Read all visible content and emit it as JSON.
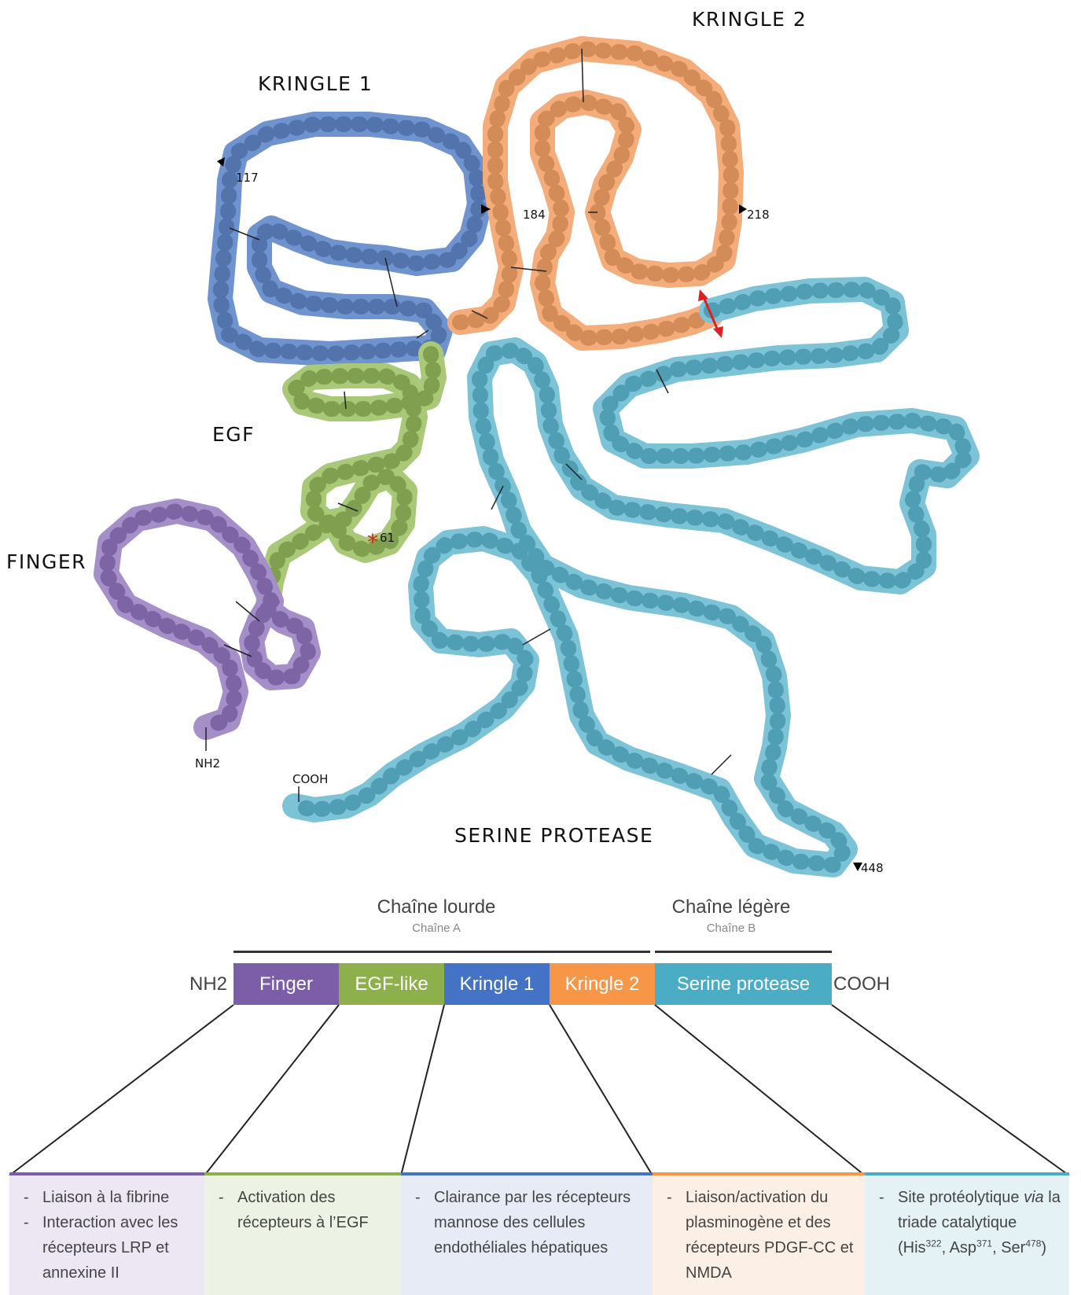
{
  "diagram": {
    "domain_labels": {
      "kringle2": "KRINGLE 2",
      "kringle1": "KRINGLE 1",
      "egf": "EGF",
      "finger": "FINGER",
      "serine": "SERINE PROTEASE"
    },
    "markers": {
      "m117": "117",
      "m184": "184",
      "m218": "218",
      "m61": "61",
      "m448": "448",
      "nh2": "NH2",
      "cooh": "COOH"
    }
  },
  "chains": {
    "heavy": {
      "title": "Chaîne lourde",
      "subtitle": "Chaîne A"
    },
    "light": {
      "title": "Chaîne légère",
      "subtitle": "Chaîne B"
    }
  },
  "bar": {
    "left_end": "NH2",
    "right_end": "COOH",
    "segments": [
      {
        "label": "Finger",
        "color": "#7b5ea7"
      },
      {
        "label": "EGF-like",
        "color": "#8db04c"
      },
      {
        "label": "Kringle 1",
        "color": "#4472c4"
      },
      {
        "label": "Kringle 2",
        "color": "#f79646"
      },
      {
        "label": "Serine protease",
        "color": "#4bacc6"
      }
    ]
  },
  "functions": [
    {
      "items": [
        "Liaison à la fibrine",
        "Interaction avec les récepteurs LRP et annexine II"
      ],
      "color": "#7b5ea7",
      "bg": "#ece7f3"
    },
    {
      "items": [
        "Activation des récepteurs à l’EGF"
      ],
      "color": "#8db04c",
      "bg": "#edf3e4"
    },
    {
      "items": [
        "Clairance par les récepteurs mannose des cellules endothéliales hépatiques"
      ],
      "color": "#4472c4",
      "bg": "#e6ebf5"
    },
    {
      "items": [
        "Liaison/activation du plasminogène et des récepteurs PDGF-CC et NMDA"
      ],
      "color": "#f79646",
      "bg": "#fcefe6"
    },
    {
      "items_parts": [
        "Site protéolytique ",
        "via",
        " la triade catalytique (His",
        "322",
        ", Asp",
        "371",
        ", Ser",
        "478",
        ")"
      ],
      "color": "#4bacc6",
      "bg": "#e4f1f5"
    }
  ],
  "colors": {
    "finger_chain": "#a58fc9",
    "egf_chain": "#a9c878",
    "kringle1_chain": "#6f93cf",
    "kringle2_chain": "#f4ad7a",
    "serine_chain": "#7cc3d8",
    "cleavage_arrow": "#e02020"
  }
}
